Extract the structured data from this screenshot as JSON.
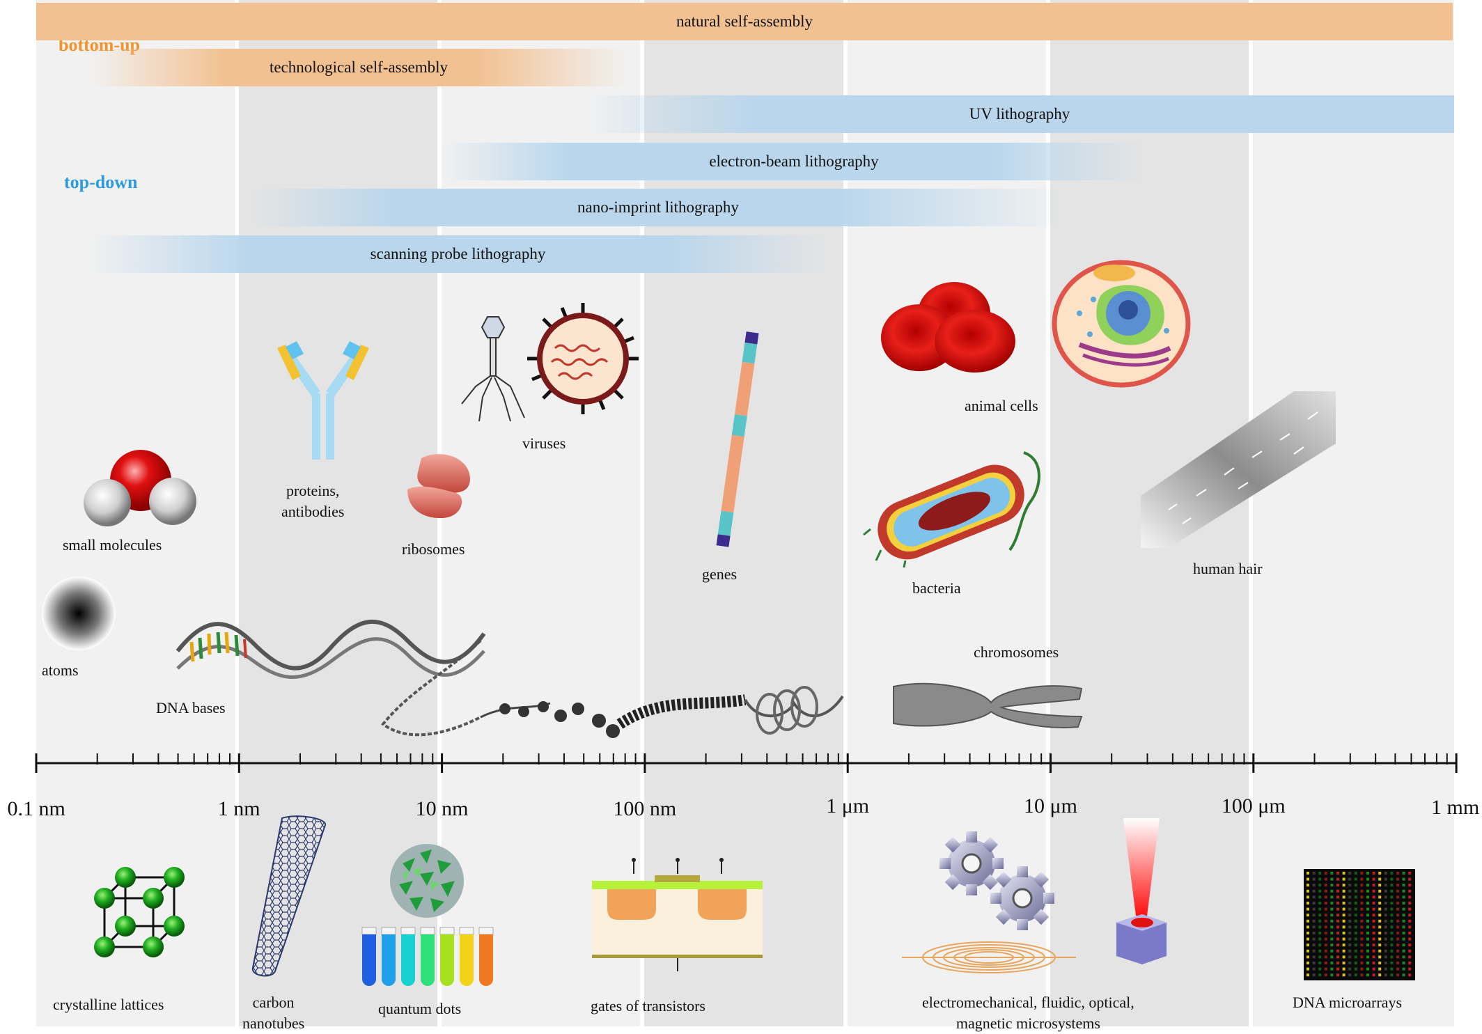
{
  "headers": {
    "bottom_up": "bottom-up",
    "top_down": "top-down"
  },
  "colors": {
    "bottom_up": "#f0932b",
    "top_down": "#2d9bdf",
    "bar_orange": "#f2c192",
    "bar_blue": "#b9d6ec",
    "band_light": "#f1f1f1",
    "band_dark": "#e4e4e4"
  },
  "bars": [
    {
      "label": "natural self-assembly",
      "kind": "bottom-up"
    },
    {
      "label": "technological self-assembly",
      "kind": "bottom-up"
    },
    {
      "label": "UV lithography",
      "kind": "top-down"
    },
    {
      "label": "electron-beam lithography",
      "kind": "top-down"
    },
    {
      "label": "nano-imprint lithography",
      "kind": "top-down"
    },
    {
      "label": "scanning probe lithography",
      "kind": "top-down"
    }
  ],
  "axis": {
    "ticks": [
      "0.1 nm",
      "1 nm",
      "10 nm",
      "100 nm",
      "1 μm",
      "10 μm",
      "100 μm",
      "1 mm"
    ]
  },
  "natural_objects": {
    "atoms": "atoms",
    "small_molecules": "small molecules",
    "dna_bases": "DNA bases",
    "proteins_line1": "proteins,",
    "proteins_line2": "antibodies",
    "ribosomes": "ribosomes",
    "viruses": "viruses",
    "genes": "genes",
    "animal_cells": "animal cells",
    "bacteria": "bacteria",
    "chromosomes": "chromosomes",
    "human_hair": "human hair"
  },
  "technology_objects": {
    "crystalline_lattices": "crystalline lattices",
    "carbon_line1": "carbon",
    "carbon_line2": "nanotubes",
    "quantum_dots": "quantum dots",
    "gates": "gates of transistors",
    "micro_line1": "electromechanical, fluidic, optical,",
    "micro_line2": "magnetic microsystems",
    "dna_microarrays": "DNA microarrays"
  },
  "icons": [
    "atom-icon",
    "water-molecule-icon",
    "dna-helix-icon",
    "antibody-icon",
    "ribosome-icon",
    "bacteriophage-icon",
    "virus-icon",
    "gene-icon",
    "red-blood-cells-icon",
    "animal-cell-icon",
    "bacterium-icon",
    "chromatin-icon",
    "chromosome-icon",
    "hair-icon",
    "crystal-lattice-icon",
    "nanotube-icon",
    "quantum-dot-icon",
    "vials-icon",
    "transistor-icon",
    "gear-icon",
    "coil-icon",
    "laser-icon",
    "microarray-icon"
  ]
}
